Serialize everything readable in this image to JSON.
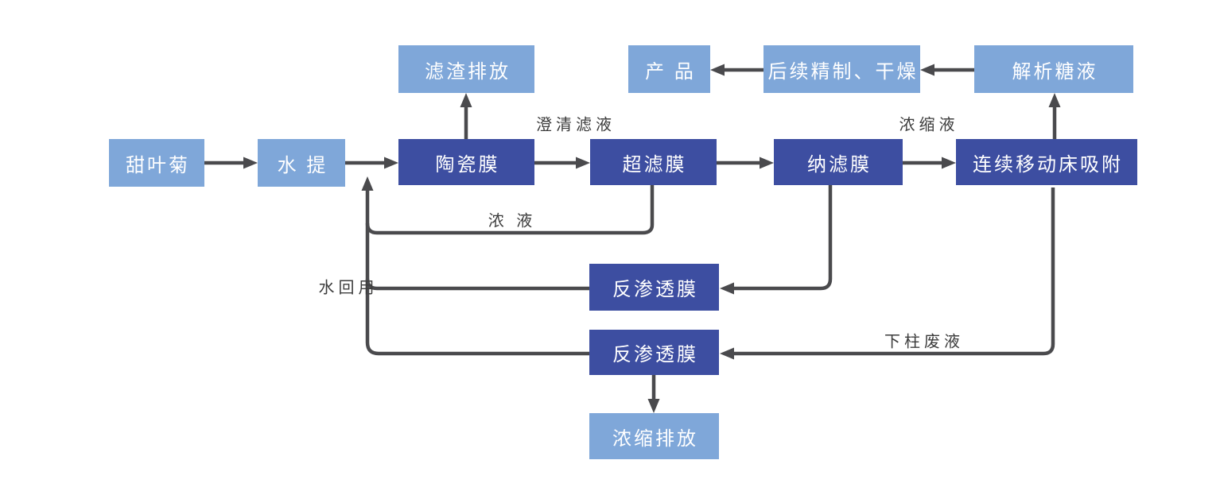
{
  "diagram": {
    "nodes": {
      "stevia": {
        "label": "甜叶菊"
      },
      "water_extraction": {
        "label": "水 提"
      },
      "ceramic_membrane": {
        "label": "陶瓷膜"
      },
      "ultrafiltration_membrane": {
        "label": "超滤膜"
      },
      "nanofiltration_membrane": {
        "label": "纳滤膜"
      },
      "moving_bed_adsorption": {
        "label": "连续移动床吸附"
      },
      "residue_discharge": {
        "label": "滤渣排放"
      },
      "product": {
        "label": "产 品"
      },
      "refining_drying": {
        "label": "后续精制、干燥"
      },
      "desorption_syrup": {
        "label": "解析糖液"
      },
      "reverse_osmosis_1": {
        "label": "反渗透膜"
      },
      "reverse_osmosis_2": {
        "label": "反渗透膜"
      },
      "concentrate_discharge": {
        "label": "浓缩排放"
      }
    },
    "edge_labels": {
      "clarified_filtrate": "澄清滤液",
      "concentrated_liquid": "浓缩液",
      "concentrate": "浓 液",
      "water_reuse": "水回用",
      "column_effluent": "下柱废液"
    },
    "colors": {
      "node_light_blue": "#7FA7D9",
      "node_dark_blue": "#3D4EA1",
      "arrow_gray": "#4A4A4D",
      "label_text": "#3C3C3C",
      "node_text": "#FFFFFF",
      "background": "#FFFFFF"
    }
  }
}
